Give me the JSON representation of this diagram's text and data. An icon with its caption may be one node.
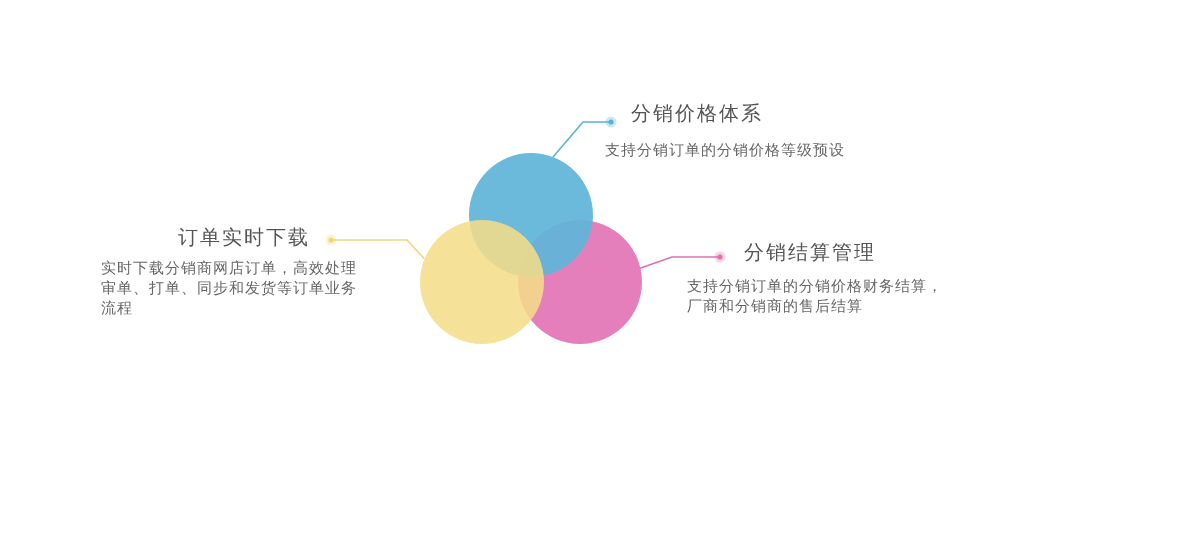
{
  "diagram": {
    "nodes": [
      {
        "text": [
          "分销价格体系",
          "支持分销订单的分销价格等级预设"
        ]
      },
      {
        "text": [
          "订单实时下载",
          "实时下载分销商网店订单，高效处理审单、打单、同步和发货等订单业务流程"
        ]
      },
      {
        "text": [
          "分销结算管理",
          "支持分销订单的分销价格财务结算，厂商和分销商的售后结算"
        ]
      },
      {
        "text": [],
        "shape": "circle"
      },
      {
        "text": [],
        "shape": "circle"
      },
      {
        "text": [],
        "shape": "circle"
      }
    ],
    "edges": [
      {
        "from": 0,
        "to": 4,
        "arrow": "other",
        "color": "#5ab2d8"
      },
      {
        "from": 1,
        "to": 3,
        "arrow": "other",
        "color": "#f0d67a"
      },
      {
        "from": 2,
        "to": 5,
        "arrow": "other",
        "color": "#e070b0"
      }
    ]
  }
}
